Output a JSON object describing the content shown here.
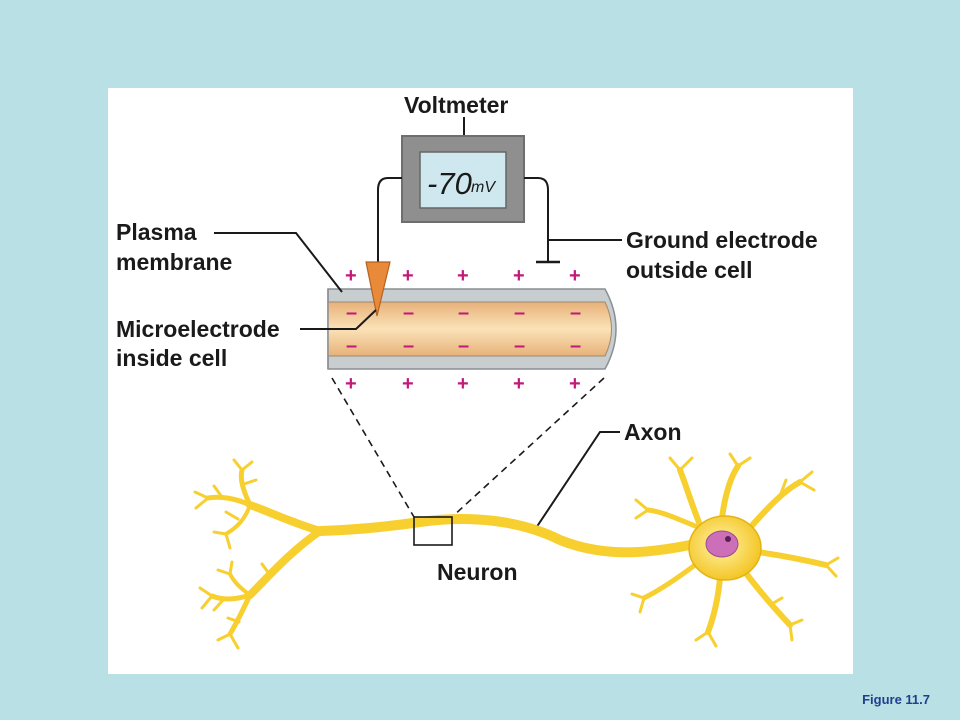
{
  "labels": {
    "voltmeter": "Voltmeter",
    "reading_value": "-70",
    "reading_unit": "mV",
    "plasma_membrane_1": "Plasma",
    "plasma_membrane_2": "membrane",
    "ground_electrode_1": "Ground electrode",
    "ground_electrode_2": "outside cell",
    "microelectrode_1": "Microelectrode",
    "microelectrode_2": "inside cell",
    "axon": "Axon",
    "neuron": "Neuron"
  },
  "charges": {
    "outside": "+",
    "inside": "–"
  },
  "caption": "Figure 11.7",
  "colors": {
    "background": "#b9e0e4",
    "membrane": "#c8cdd0",
    "cytoplasm": "#f1c98a",
    "neuron": "#f7cf2e",
    "nucleus": "#cc6fb8",
    "electrode": "#e98a3a",
    "charge": "#c2187a",
    "caption": "#1f3f8f"
  }
}
